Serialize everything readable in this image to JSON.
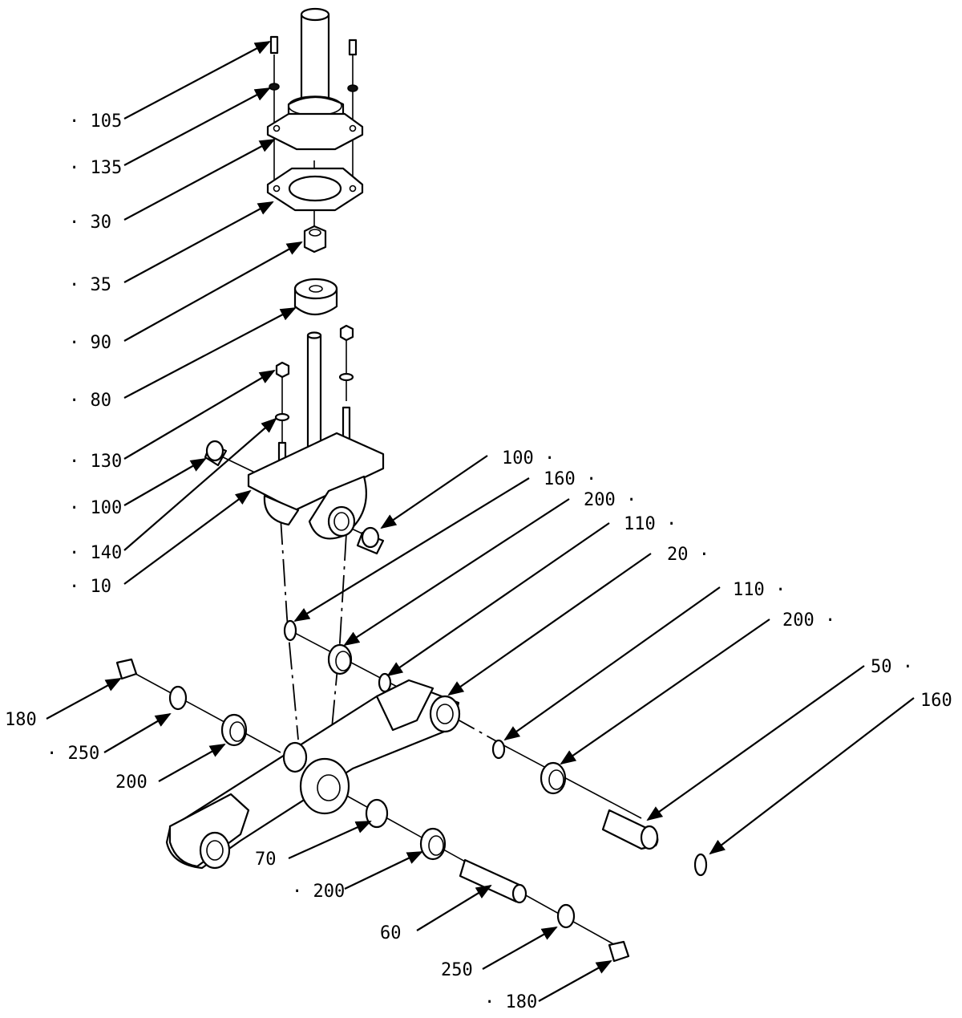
{
  "diagram": {
    "title": "",
    "callouts": [
      {
        "id": "c-105",
        "text": "· 105"
      },
      {
        "id": "c-135",
        "text": "· 135"
      },
      {
        "id": "c-30",
        "text": "· 30"
      },
      {
        "id": "c-35",
        "text": "· 35"
      },
      {
        "id": "c-90",
        "text": "· 90"
      },
      {
        "id": "c-80",
        "text": "· 80"
      },
      {
        "id": "c-130",
        "text": "· 130"
      },
      {
        "id": "c-100-left",
        "text": "· 100"
      },
      {
        "id": "c-140",
        "text": "· 140"
      },
      {
        "id": "c-10",
        "text": "· 10"
      },
      {
        "id": "c-100-right",
        "text": "100 ·"
      },
      {
        "id": "c-160-a",
        "text": "160 ·"
      },
      {
        "id": "c-200-a",
        "text": "200 ·"
      },
      {
        "id": "c-110-a",
        "text": "110 ·"
      },
      {
        "id": "c-20",
        "text": "20 ·"
      },
      {
        "id": "c-110-b",
        "text": "110 ·"
      },
      {
        "id": "c-200-b",
        "text": "200 ·"
      },
      {
        "id": "c-50",
        "text": "50 ·"
      },
      {
        "id": "c-160-b",
        "text": "160"
      },
      {
        "id": "c-180-left",
        "text": "180"
      },
      {
        "id": "c-250-left",
        "text": "· 250"
      },
      {
        "id": "c-200-c",
        "text": "200"
      },
      {
        "id": "c-70",
        "text": "70"
      },
      {
        "id": "c-200-d",
        "text": "· 200"
      },
      {
        "id": "c-60",
        "text": "60"
      },
      {
        "id": "c-250-right",
        "text": "250"
      },
      {
        "id": "c-180-right",
        "text": "· 180"
      }
    ]
  }
}
